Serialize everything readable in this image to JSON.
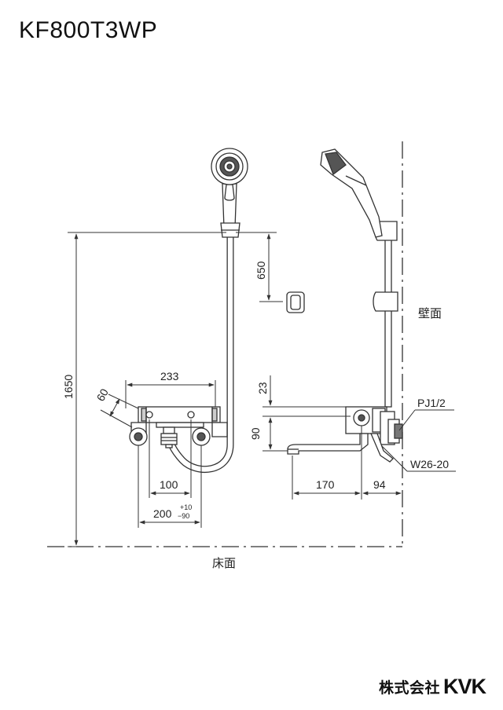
{
  "title": "KF800T3WP",
  "labels": {
    "wall": "壁面",
    "floor": "床面",
    "pipe_thread": "PJ1/2",
    "hose_thread": "W26-20"
  },
  "dimensions": {
    "d233": "233",
    "d60": "60",
    "d1650": "1650",
    "d650": "650",
    "d100": "100",
    "d200": "200",
    "d200_tol_plus": "+10",
    "d200_tol_minus": "−90",
    "d23": "23",
    "d90": "90",
    "d170": "170",
    "d94": "94"
  },
  "company": {
    "name_jp": "株式会社",
    "name_en": "KVK"
  }
}
